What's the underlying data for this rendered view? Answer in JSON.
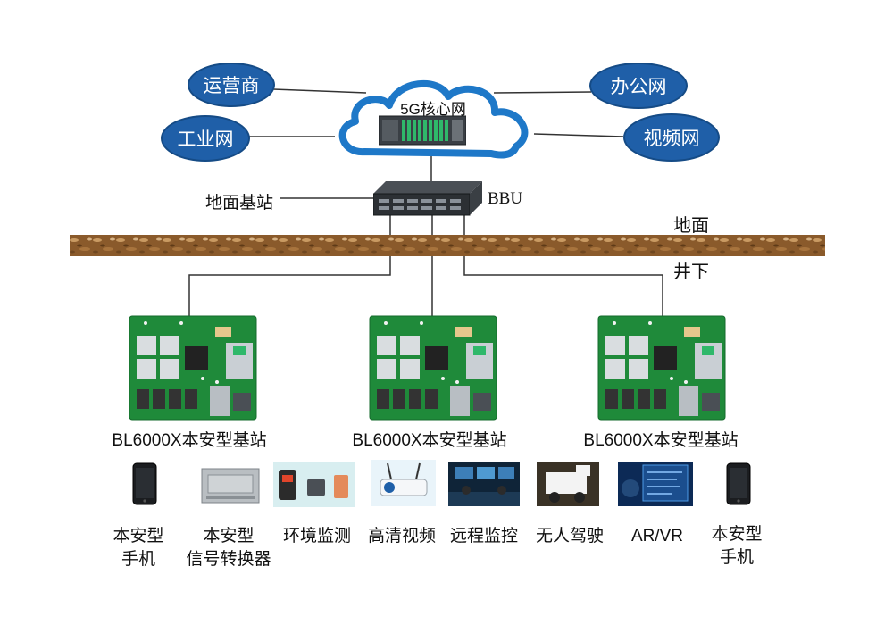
{
  "core": {
    "label": "5G核心网"
  },
  "networks": {
    "operator": "运营商",
    "industrial": "工业网",
    "office": "办公网",
    "video": "视频网"
  },
  "ground_station": {
    "label": "地面基站"
  },
  "bbu": {
    "label": "BBU"
  },
  "layers": {
    "surface": "地面",
    "underground": "井下"
  },
  "base_stations": [
    {
      "label": "BL6000X本安型基站"
    },
    {
      "label": "BL6000X本安型基站"
    },
    {
      "label": "BL6000X本安型基站"
    }
  ],
  "devices": [
    {
      "label": "本安型\n手机",
      "icon": "phone-icon"
    },
    {
      "label": "本安型\n信号转换器",
      "icon": "signal-converter-icon"
    },
    {
      "label": "环境监测",
      "icon": "sensor-icon"
    },
    {
      "label": "高清视频",
      "icon": "camera-icon"
    },
    {
      "label": "远程监控",
      "icon": "monitor-room-icon"
    },
    {
      "label": "无人驾驶",
      "icon": "vehicle-icon"
    },
    {
      "label": "AR/VR",
      "icon": "ar-vr-icon"
    },
    {
      "label": "本安型\n手机",
      "icon": "phone-icon"
    }
  ],
  "colors": {
    "ellipse": "#1f5fa8",
    "pcb": "#1f8a3a",
    "soil": "#8a5a2b"
  }
}
